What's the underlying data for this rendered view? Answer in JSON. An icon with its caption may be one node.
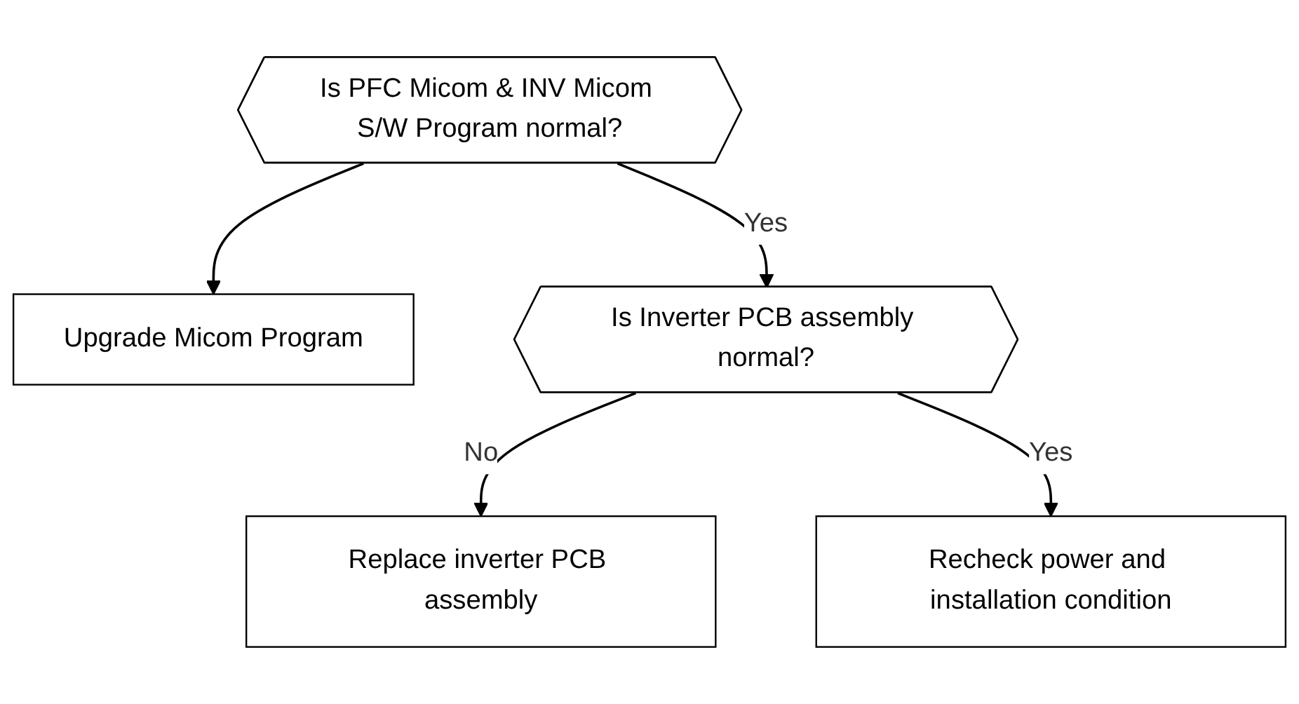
{
  "diagram": {
    "nodes": [
      {
        "text": [
          "Is PFC Micom & INV Micom S/W Program normal?"
        ]
      },
      {
        "text": [
          "Upgrade Micom Program"
        ]
      },
      {
        "text": [
          "Is Inverter PCB assembly normal?"
        ]
      },
      {
        "text": [
          "Replace inverter PCB assembly"
        ]
      },
      {
        "text": [
          "Recheck power and installation condition"
        ]
      }
    ],
    "edges": [
      {
        "from": 0,
        "to": 1,
        "arrow": "to"
      },
      {
        "from": 0,
        "to": 2,
        "label": "Yes",
        "arrow": "to"
      },
      {
        "from": 2,
        "to": 3,
        "label": "No",
        "arrow": "to"
      },
      {
        "from": 2,
        "to": 4,
        "label": "Yes",
        "arrow": "to"
      }
    ]
  }
}
